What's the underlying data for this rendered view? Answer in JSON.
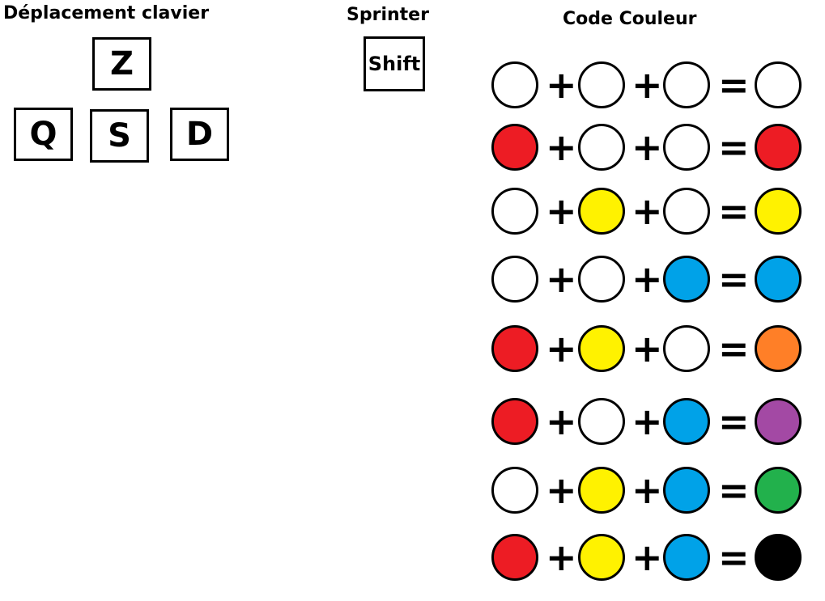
{
  "movement": {
    "title": "Déplacement clavier",
    "keys": {
      "up": "Z",
      "left": "Q",
      "down": "S",
      "right": "D"
    }
  },
  "sprint": {
    "title": "Sprinter",
    "key": "Shift"
  },
  "color_code": {
    "title": "Code Couleur",
    "plus": "+",
    "equals": "=",
    "palette": {
      "white": "#ffffff",
      "red": "#ed1c24",
      "yellow": "#fff200",
      "blue": "#00a2e8",
      "orange": "#ff7f27",
      "purple": "#a349a4",
      "green": "#22b14c",
      "black": "#000000"
    },
    "rows": [
      {
        "inputs": [
          "#ffffff",
          "#ffffff",
          "#ffffff"
        ],
        "result": "#ffffff"
      },
      {
        "inputs": [
          "#ed1c24",
          "#ffffff",
          "#ffffff"
        ],
        "result": "#ed1c24"
      },
      {
        "inputs": [
          "#ffffff",
          "#fff200",
          "#ffffff"
        ],
        "result": "#fff200"
      },
      {
        "inputs": [
          "#ffffff",
          "#ffffff",
          "#00a2e8"
        ],
        "result": "#00a2e8"
      },
      {
        "inputs": [
          "#ed1c24",
          "#fff200",
          "#ffffff"
        ],
        "result": "#ff7f27"
      },
      {
        "inputs": [
          "#ed1c24",
          "#ffffff",
          "#00a2e8"
        ],
        "result": "#a349a4"
      },
      {
        "inputs": [
          "#ffffff",
          "#fff200",
          "#00a2e8"
        ],
        "result": "#22b14c"
      },
      {
        "inputs": [
          "#ed1c24",
          "#fff200",
          "#00a2e8"
        ],
        "result": "#000000"
      }
    ]
  }
}
